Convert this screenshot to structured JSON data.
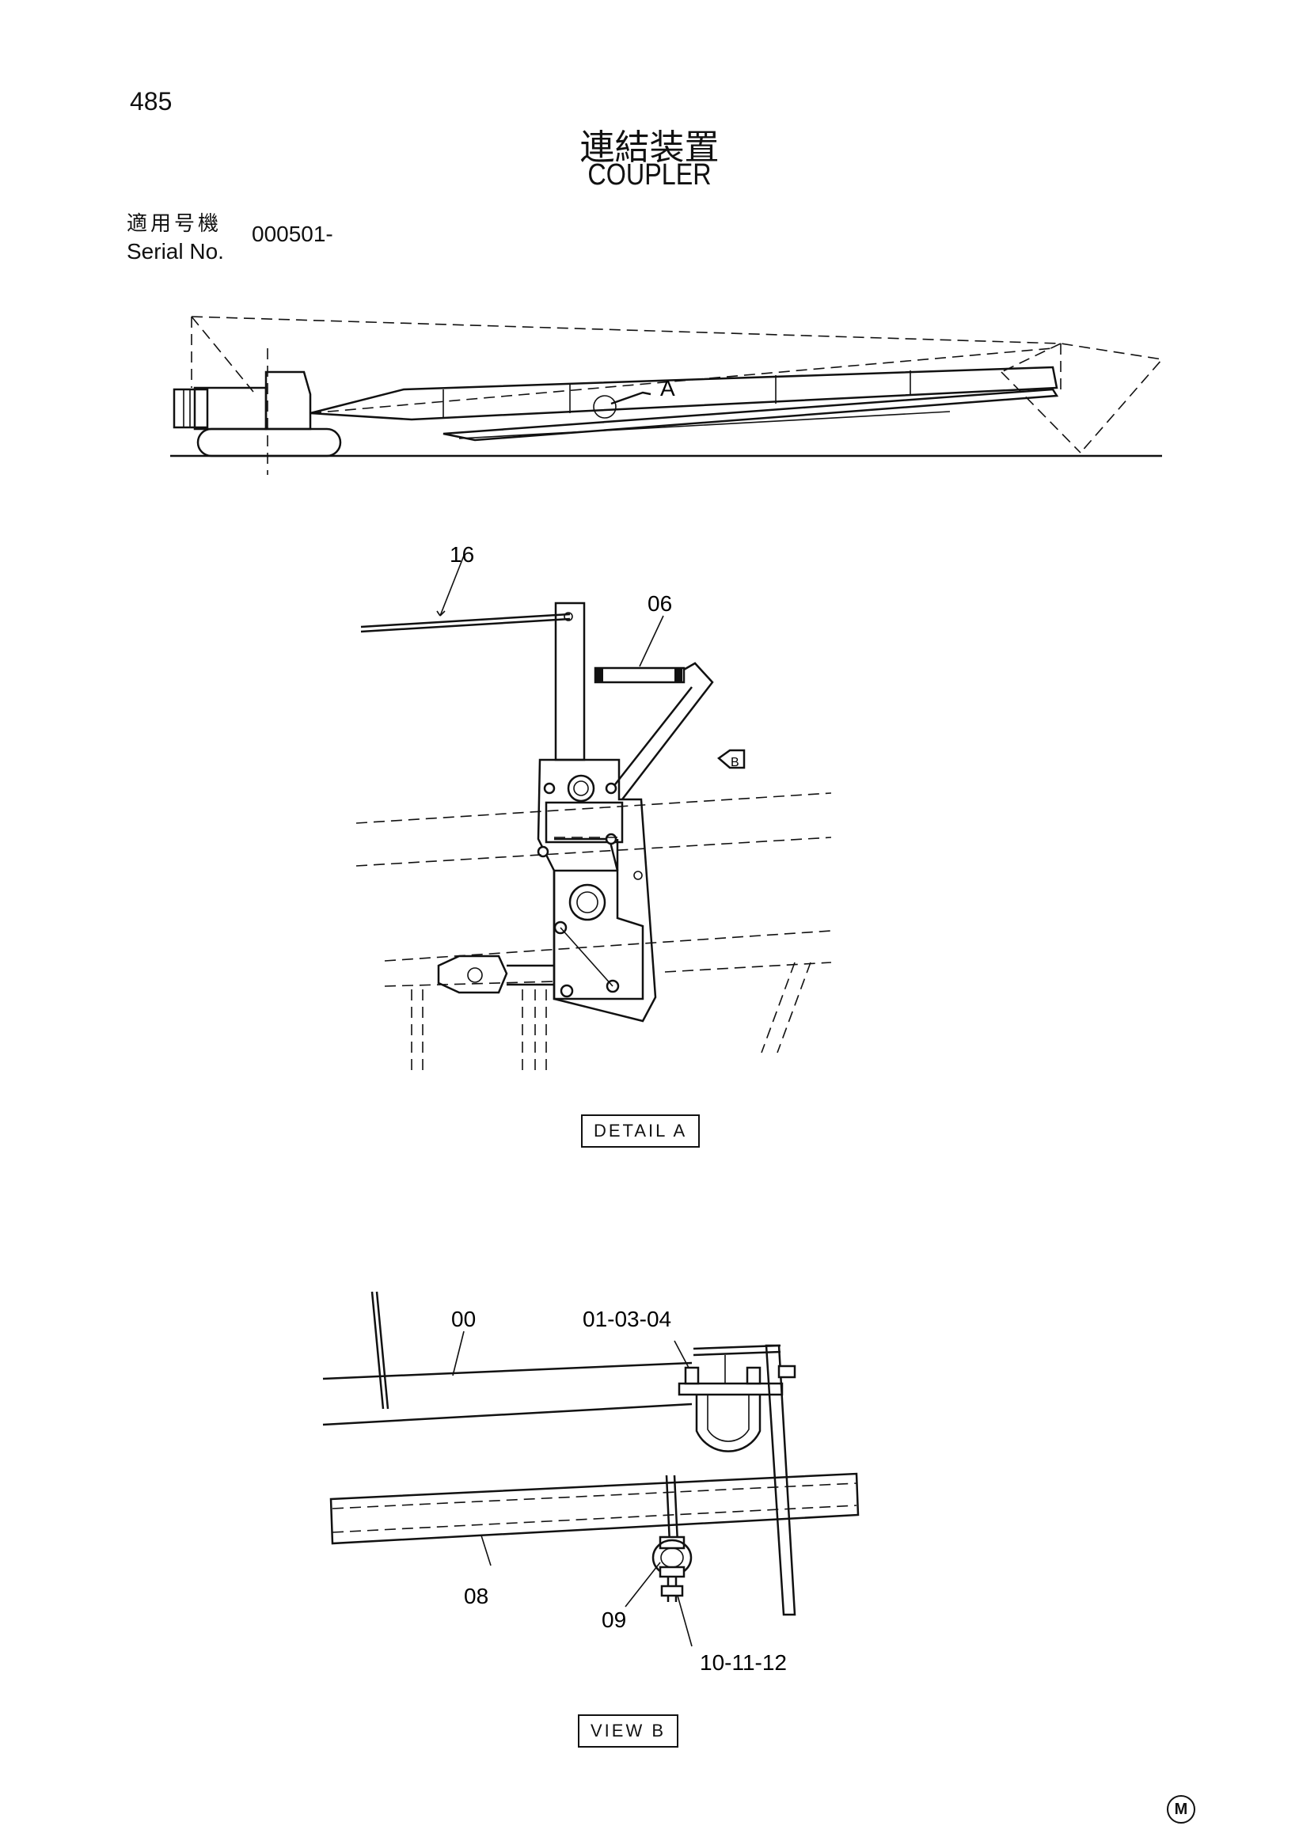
{
  "page": {
    "number": "485"
  },
  "title": {
    "japanese": "連結装置",
    "english": "COUPLER"
  },
  "serial": {
    "label_jp": "適用号機",
    "label_en": "Serial No.",
    "value": "000501-"
  },
  "overview": {
    "callout": "A"
  },
  "detail_a": {
    "box_label": "DETAIL A",
    "view_marker": "B",
    "parts": {
      "p16": "16",
      "p06": "06"
    }
  },
  "view_b": {
    "box_label": "VIEW B",
    "parts": {
      "p00": "00",
      "p01": "01-03-04",
      "p08": "08",
      "p09": "09",
      "p10": "10-11-12"
    }
  },
  "footer": {
    "mark": "M"
  }
}
